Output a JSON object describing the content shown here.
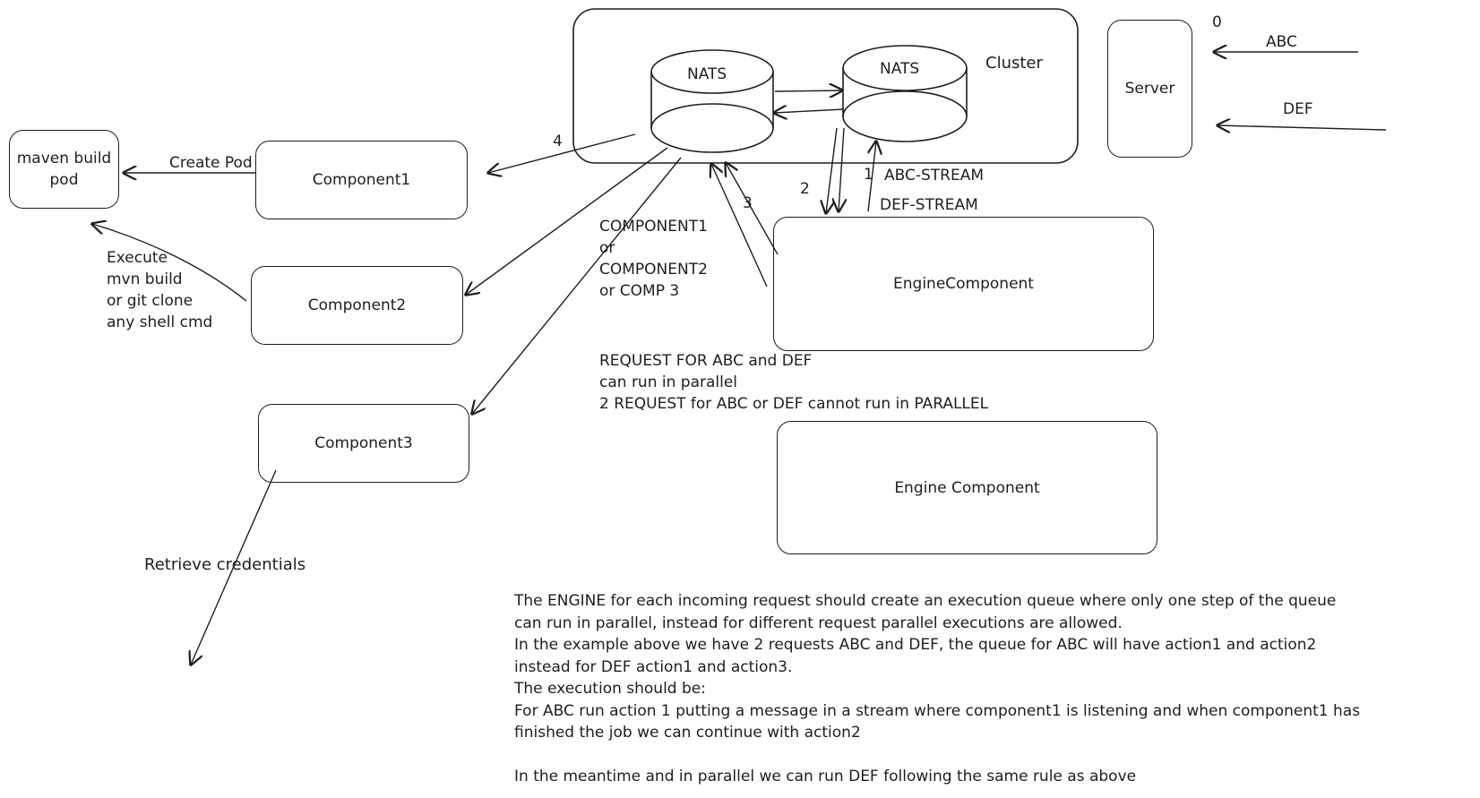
{
  "nodes": {
    "maven_pod": "maven build\npod",
    "component1": "Component1",
    "component2": "Component2",
    "component3": "Component3",
    "nats_left": "NATS",
    "nats_right": "NATS",
    "cluster": "Cluster",
    "server": "Server",
    "engine_component_1": "EngineComponent",
    "engine_component_2": "Engine Component"
  },
  "edge_labels": {
    "create_pod": "Create Pod",
    "execute": "Execute\nmvn build\nor git clone\nany shell cmd",
    "retrieve_credentials": "Retrieve credentials",
    "step_0": "0",
    "step_1": "1",
    "step_2": "2",
    "step_3": "3",
    "step_4": "4",
    "abc": "ABC",
    "def": "DEF",
    "abc_stream": "ABC-STREAM",
    "def_stream": "DEF-STREAM",
    "component_choice": "COMPONENT1\nor\nCOMPONENT2\nor COMP 3",
    "request_note": "REQUEST FOR ABC and DEF\ncan run in parallel\n2 REQUEST for ABC or DEF cannot run in PARALLEL"
  },
  "description": {
    "lines": [
      "The ENGINE for each incoming request should create an execution queue where only one step of the queue",
      "can run in parallel, instead for different request parallel executions are allowed.",
      "In the example above we have 2 requests ABC and DEF, the queue for ABC will have action1 and action2",
      "instead for DEF action1 and action3.",
      "The execution should be:",
      "For ABC run action 1 putting a message in a stream where component1 is listening and when component1 has",
      "finished the job we can continue with action2",
      "",
      "In the meantime and in parallel we can run DEF following the same rule as above"
    ]
  },
  "colors": {
    "stroke": "#1e1e1e",
    "background": "#ffffff"
  }
}
